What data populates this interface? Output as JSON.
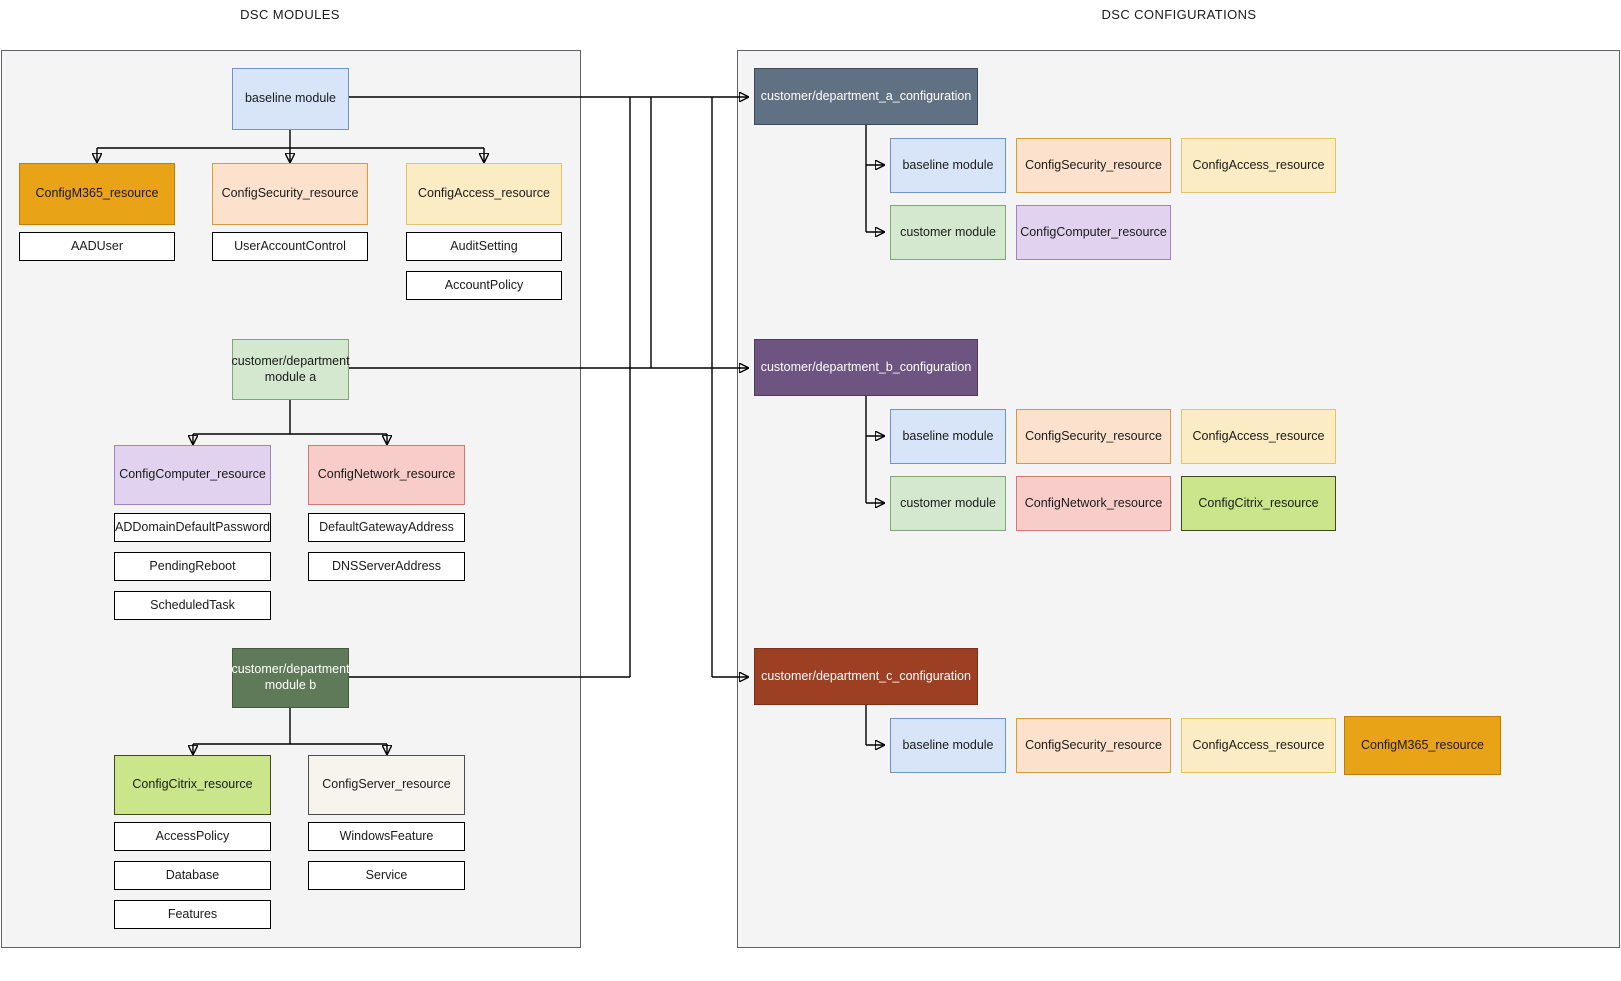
{
  "headers": {
    "modules_title": "DSC MODULES",
    "configurations_title": "DSC CONFIGURATIONS"
  },
  "colors": {
    "panel_background": "#f4f4f4",
    "panel_border": "#5f6368",
    "baseline_module": "#d8e5f8",
    "customer_module": "#d4e8d0",
    "config_m365": "#e8a317",
    "config_security": "#fce2cc",
    "config_access": "#fcecc4",
    "config_computer": "#e1d3ef",
    "config_network": "#f8cdc9",
    "config_citrix": "#cbe68a",
    "config_server": "#f7f4ee",
    "department_a_configuration": "#5f7183",
    "department_b_configuration": "#6e5480",
    "department_c_configuration": "#9c3f22",
    "customer_department_module_b": "#5f7a58",
    "edge_stroke": "#000000"
  },
  "modules_panel": {
    "trees": [
      {
        "root": {
          "label": "baseline module",
          "style": "blue"
        },
        "children": [
          {
            "label": "ConfigM365_resource",
            "style": "orange",
            "items": [
              {
                "label": "AADUser"
              }
            ]
          },
          {
            "label": "ConfigSecurity_resource",
            "style": "peach",
            "items": [
              {
                "label": "UserAccountControl"
              }
            ]
          },
          {
            "label": "ConfigAccess_resource",
            "style": "cream",
            "items": [
              {
                "label": "AuditSetting"
              },
              {
                "label": "AccountPolicy"
              }
            ]
          }
        ]
      },
      {
        "root": {
          "label": "customer/department\nmodule a",
          "style": "green"
        },
        "children": [
          {
            "label": "ConfigComputer_resource",
            "style": "purple",
            "items": [
              {
                "label": "ADDomainDefaultPassword"
              },
              {
                "label": "PendingReboot"
              },
              {
                "label": "ScheduledTask"
              }
            ]
          },
          {
            "label": "ConfigNetwork_resource",
            "style": "red",
            "items": [
              {
                "label": "DefaultGatewayAddress"
              },
              {
                "label": "DNSServerAddress"
              }
            ]
          }
        ]
      },
      {
        "root": {
          "label": "customer/department\nmodule b",
          "style": "darkgreen"
        },
        "children": [
          {
            "label": "ConfigCitrix_resource",
            "style": "lime",
            "items": [
              {
                "label": "AccessPolicy"
              },
              {
                "label": "Database"
              },
              {
                "label": "Features"
              }
            ]
          },
          {
            "label": "ConfigServer_resource",
            "style": "offwhite",
            "items": [
              {
                "label": "WindowsFeature"
              },
              {
                "label": "Service"
              }
            ]
          }
        ]
      }
    ]
  },
  "configurations_panel": {
    "groups": [
      {
        "title": "customer/department_a_configuration",
        "style": "slate",
        "rows": [
          {
            "module": {
              "label": "baseline module",
              "style": "blue"
            },
            "resources": [
              {
                "label": "ConfigSecurity_resource",
                "style": "peach"
              },
              {
                "label": "ConfigAccess_resource",
                "style": "cream"
              }
            ]
          },
          {
            "module": {
              "label": "customer module",
              "style": "green"
            },
            "resources": [
              {
                "label": "ConfigComputer_resource",
                "style": "purple"
              }
            ]
          }
        ]
      },
      {
        "title": "customer/department_b_configuration",
        "style": "plum",
        "rows": [
          {
            "module": {
              "label": "baseline module",
              "style": "blue"
            },
            "resources": [
              {
                "label": "ConfigSecurity_resource",
                "style": "peach"
              },
              {
                "label": "ConfigAccess_resource",
                "style": "cream"
              }
            ]
          },
          {
            "module": {
              "label": "customer module",
              "style": "green"
            },
            "resources": [
              {
                "label": "ConfigNetwork_resource",
                "style": "red"
              },
              {
                "label": "ConfigCitrix_resource",
                "style": "lime"
              }
            ]
          }
        ]
      },
      {
        "title": "customer/department_c_configuration",
        "style": "brick",
        "rows": [
          {
            "module": {
              "label": "baseline module",
              "style": "blue"
            },
            "resources": [
              {
                "label": "ConfigSecurity_resource",
                "style": "peach"
              },
              {
                "label": "ConfigAccess_resource",
                "style": "cream"
              },
              {
                "label": "ConfigM365_resource",
                "style": "orange"
              }
            ]
          }
        ]
      }
    ]
  }
}
